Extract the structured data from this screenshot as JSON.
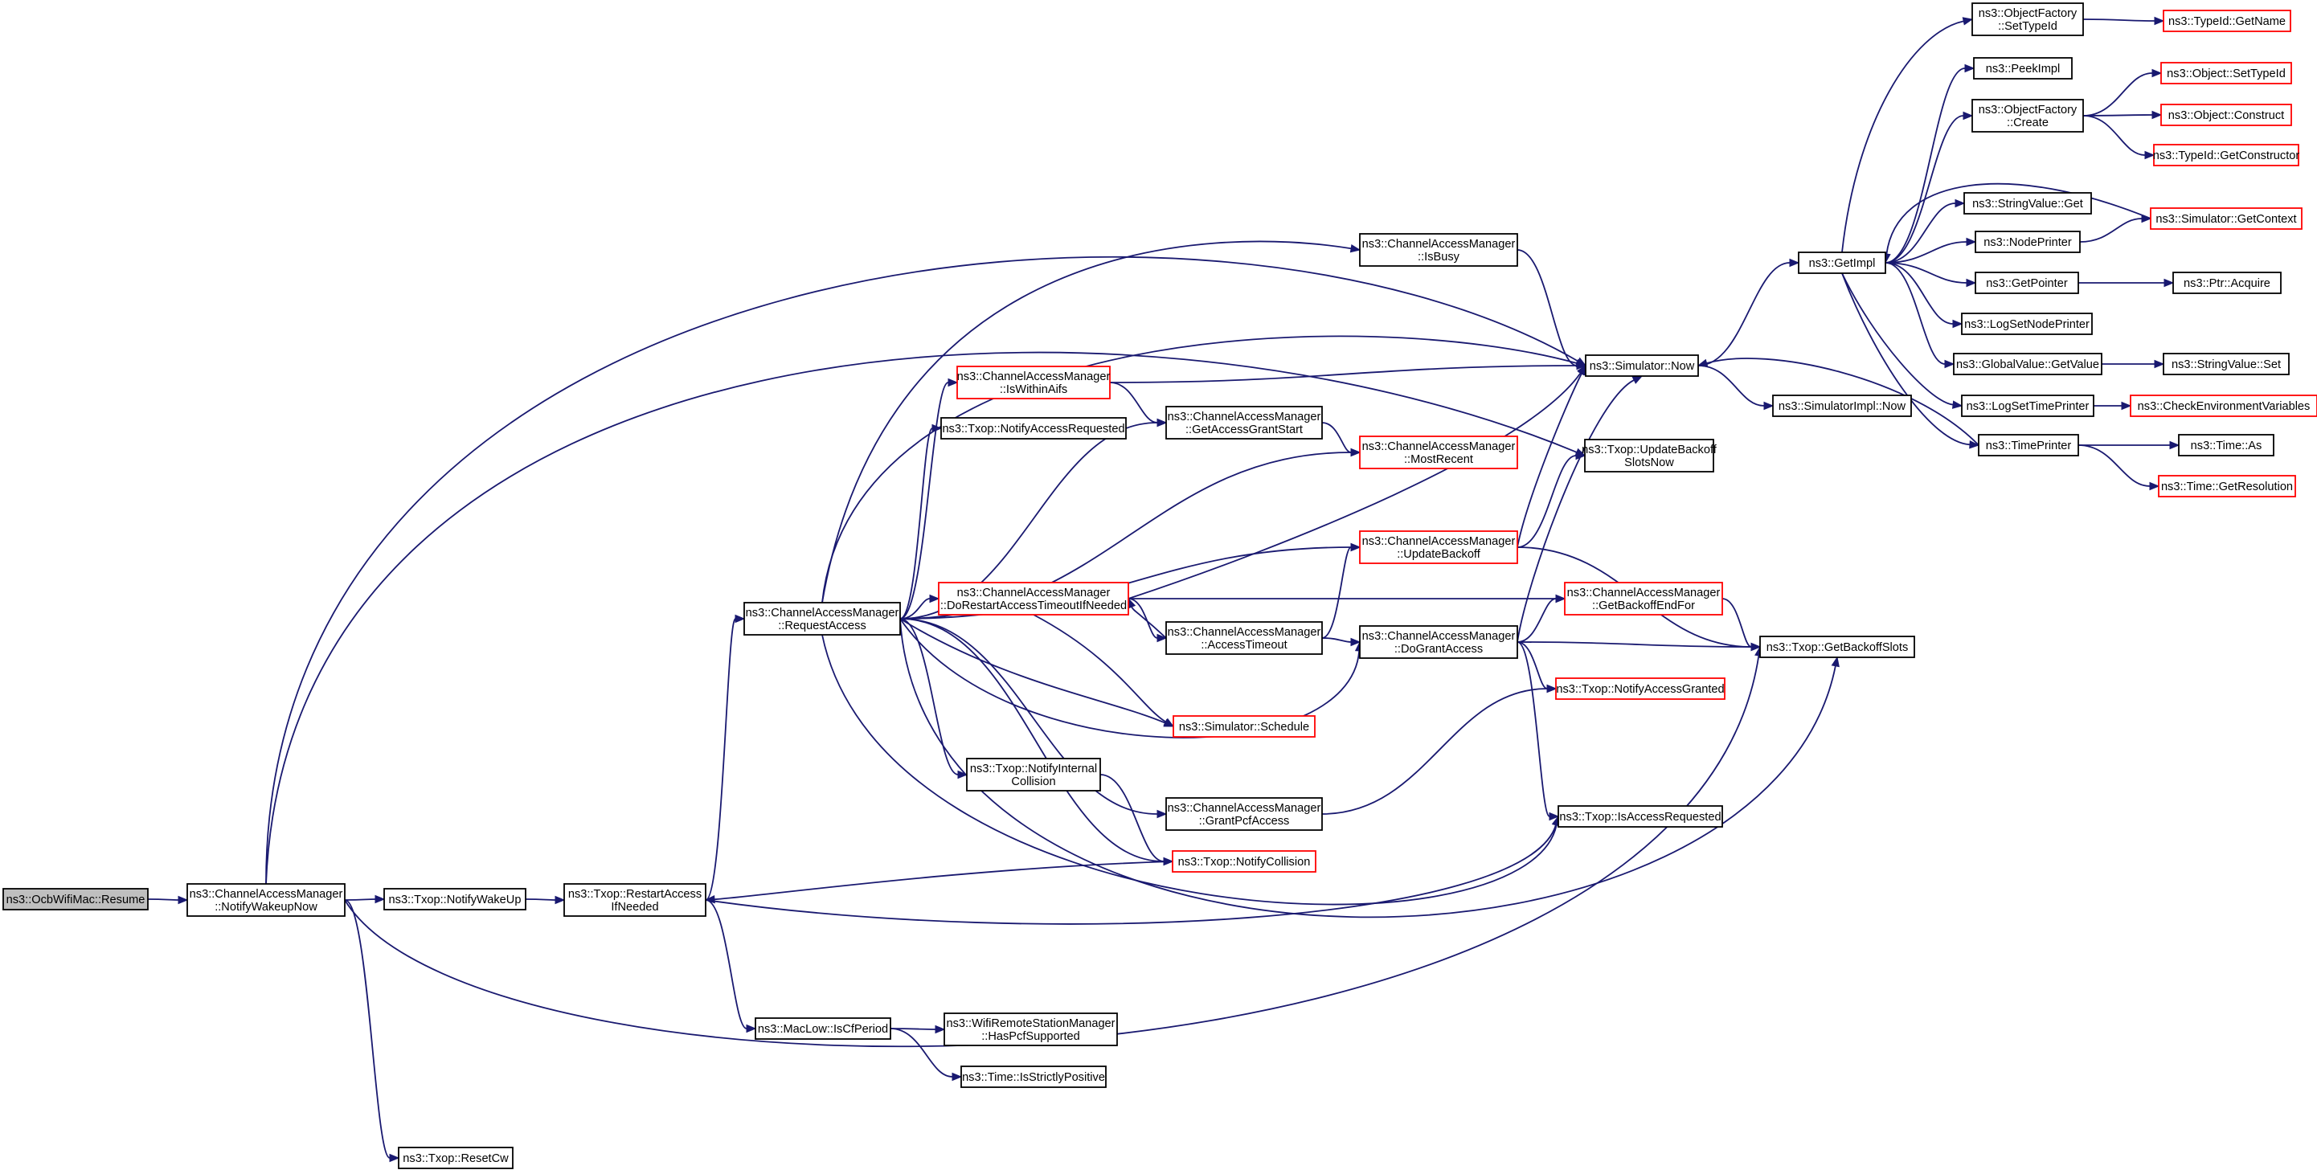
{
  "colors": {
    "edge": "#191970",
    "node_border": "#000000",
    "node_border_truncated": "#ff0000",
    "root_fill": "#bfbfbf",
    "node_fill": "#ffffff"
  },
  "nodes": [
    {
      "id": "resume",
      "lines": [
        "ns3::OcbWifiMac::Resume"
      ],
      "style": "root"
    },
    {
      "id": "notifyWakeupNow",
      "lines": [
        "ns3::ChannelAccessManager",
        "::NotifyWakeupNow"
      ],
      "style": "normal"
    },
    {
      "id": "txopNotifyWakeUp",
      "lines": [
        "ns3::Txop::NotifyWakeUp"
      ],
      "style": "normal"
    },
    {
      "id": "restartAccess",
      "lines": [
        "ns3::Txop::RestartAccess",
        "IfNeeded"
      ],
      "style": "normal"
    },
    {
      "id": "requestAccess",
      "lines": [
        "ns3::ChannelAccessManager",
        "::RequestAccess"
      ],
      "style": "normal"
    },
    {
      "id": "resetCw",
      "lines": [
        "ns3::Txop::ResetCw"
      ],
      "style": "normal"
    },
    {
      "id": "isCfPeriod",
      "lines": [
        "ns3::MacLow::IsCfPeriod"
      ],
      "style": "normal"
    },
    {
      "id": "hasPcf",
      "lines": [
        "ns3::WifiRemoteStationManager",
        "::HasPcfSupported"
      ],
      "style": "normal"
    },
    {
      "id": "isStrictlyPositive",
      "lines": [
        "ns3::Time::IsStrictlyPositive"
      ],
      "style": "normal"
    },
    {
      "id": "isWithinAifs",
      "lines": [
        "ns3::ChannelAccessManager",
        "::IsWithinAifs"
      ],
      "style": "truncated"
    },
    {
      "id": "notifyAccessRequested",
      "lines": [
        "ns3::Txop::NotifyAccessRequested"
      ],
      "style": "normal"
    },
    {
      "id": "doRestart",
      "lines": [
        "ns3::ChannelAccessManager",
        "::DoRestartAccessTimeoutIfNeeded"
      ],
      "style": "truncated"
    },
    {
      "id": "notifyInternalCollision",
      "lines": [
        "ns3::Txop::NotifyInternal",
        "Collision"
      ],
      "style": "normal"
    },
    {
      "id": "isBusy",
      "lines": [
        "ns3::ChannelAccessManager",
        "::IsBusy"
      ],
      "style": "normal"
    },
    {
      "id": "getAccessGrantStart",
      "lines": [
        "ns3::ChannelAccessManager",
        "::GetAccessGrantStart"
      ],
      "style": "normal"
    },
    {
      "id": "accessTimeout",
      "lines": [
        "ns3::ChannelAccessManager",
        "::AccessTimeout"
      ],
      "style": "normal"
    },
    {
      "id": "schedule",
      "lines": [
        "ns3::Simulator::Schedule"
      ],
      "style": "truncated"
    },
    {
      "id": "grantPcfAccess",
      "lines": [
        "ns3::ChannelAccessManager",
        "::GrantPcfAccess"
      ],
      "style": "normal"
    },
    {
      "id": "notifyCollision",
      "lines": [
        "ns3::Txop::NotifyCollision"
      ],
      "style": "truncated"
    },
    {
      "id": "mostRecent",
      "lines": [
        "ns3::ChannelAccessManager",
        "::MostRecent"
      ],
      "style": "truncated"
    },
    {
      "id": "updateBackoff",
      "lines": [
        "ns3::ChannelAccessManager",
        "::UpdateBackoff"
      ],
      "style": "truncated"
    },
    {
      "id": "doGrantAccess",
      "lines": [
        "ns3::ChannelAccessManager",
        "::DoGrantAccess"
      ],
      "style": "normal"
    },
    {
      "id": "now",
      "lines": [
        "ns3::Simulator::Now"
      ],
      "style": "normal"
    },
    {
      "id": "updateBackoffSlots",
      "lines": [
        "ns3::Txop::UpdateBackoff",
        "SlotsNow"
      ],
      "style": "normal"
    },
    {
      "id": "getBackoffEndFor",
      "lines": [
        "ns3::ChannelAccessManager",
        "::GetBackoffEndFor"
      ],
      "style": "truncated"
    },
    {
      "id": "notifyAccessGranted",
      "lines": [
        "ns3::Txop::NotifyAccessGranted"
      ],
      "style": "truncated"
    },
    {
      "id": "isAccessRequested",
      "lines": [
        "ns3::Txop::IsAccessRequested"
      ],
      "style": "normal"
    },
    {
      "id": "simImplNow",
      "lines": [
        "ns3::SimulatorImpl::Now"
      ],
      "style": "normal"
    },
    {
      "id": "getBackoffSlots",
      "lines": [
        "ns3::Txop::GetBackoffSlots"
      ],
      "style": "normal"
    },
    {
      "id": "getImpl",
      "lines": [
        "ns3::GetImpl"
      ],
      "style": "normal"
    },
    {
      "id": "ofSetTypeId",
      "lines": [
        "ns3::ObjectFactory",
        "::SetTypeId"
      ],
      "style": "normal"
    },
    {
      "id": "peekImpl",
      "lines": [
        "ns3::PeekImpl"
      ],
      "style": "normal"
    },
    {
      "id": "ofCreate",
      "lines": [
        "ns3::ObjectFactory",
        "::Create"
      ],
      "style": "normal"
    },
    {
      "id": "stringValueGet",
      "lines": [
        "ns3::StringValue::Get"
      ],
      "style": "normal"
    },
    {
      "id": "nodePrinter",
      "lines": [
        "ns3::NodePrinter"
      ],
      "style": "normal"
    },
    {
      "id": "getPointer",
      "lines": [
        "ns3::GetPointer"
      ],
      "style": "normal"
    },
    {
      "id": "logSetNodePrinter",
      "lines": [
        "ns3::LogSetNodePrinter"
      ],
      "style": "normal"
    },
    {
      "id": "globalValueGetValue",
      "lines": [
        "ns3::GlobalValue::GetValue"
      ],
      "style": "normal"
    },
    {
      "id": "logSetTimePrinter",
      "lines": [
        "ns3::LogSetTimePrinter"
      ],
      "style": "normal"
    },
    {
      "id": "timePrinter",
      "lines": [
        "ns3::TimePrinter"
      ],
      "style": "normal"
    },
    {
      "id": "typeIdGetName",
      "lines": [
        "ns3::TypeId::GetName"
      ],
      "style": "truncated"
    },
    {
      "id": "objectSetTypeId",
      "lines": [
        "ns3::Object::SetTypeId"
      ],
      "style": "truncated"
    },
    {
      "id": "objectConstruct",
      "lines": [
        "ns3::Object::Construct"
      ],
      "style": "truncated"
    },
    {
      "id": "typeIdGetConstructor",
      "lines": [
        "ns3::TypeId::GetConstructor"
      ],
      "style": "truncated"
    },
    {
      "id": "simGetContext",
      "lines": [
        "ns3::Simulator::GetContext"
      ],
      "style": "truncated"
    },
    {
      "id": "ptrAcquire",
      "lines": [
        "ns3::Ptr::Acquire"
      ],
      "style": "normal"
    },
    {
      "id": "stringValueSet",
      "lines": [
        "ns3::StringValue::Set"
      ],
      "style": "normal"
    },
    {
      "id": "checkEnv",
      "lines": [
        "ns3::CheckEnvironmentVariables"
      ],
      "style": "truncated"
    },
    {
      "id": "timeAs",
      "lines": [
        "ns3::Time::As"
      ],
      "style": "normal"
    },
    {
      "id": "timeGetResolution",
      "lines": [
        "ns3::Time::GetResolution"
      ],
      "style": "truncated"
    }
  ],
  "edges": [
    [
      "resume",
      "notifyWakeupNow"
    ],
    [
      "notifyWakeupNow",
      "txopNotifyWakeUp"
    ],
    [
      "notifyWakeupNow",
      "now"
    ],
    [
      "notifyWakeupNow",
      "updateBackoffSlots"
    ],
    [
      "notifyWakeupNow",
      "getBackoffSlots"
    ],
    [
      "notifyWakeupNow",
      "resetCw"
    ],
    [
      "txopNotifyWakeUp",
      "restartAccess"
    ],
    [
      "restartAccess",
      "requestAccess"
    ],
    [
      "restartAccess",
      "isCfPeriod"
    ],
    [
      "restartAccess",
      "isAccessRequested"
    ],
    [
      "requestAccess",
      "isBusy"
    ],
    [
      "requestAccess",
      "now"
    ],
    [
      "requestAccess",
      "isWithinAifs"
    ],
    [
      "requestAccess",
      "notifyAccessRequested"
    ],
    [
      "requestAccess",
      "getAccessGrantStart"
    ],
    [
      "requestAccess",
      "mostRecent"
    ],
    [
      "requestAccess",
      "updateBackoff"
    ],
    [
      "requestAccess",
      "doRestart"
    ],
    [
      "requestAccess",
      "schedule"
    ],
    [
      "requestAccess",
      "doGrantAccess"
    ],
    [
      "requestAccess",
      "notifyInternalCollision"
    ],
    [
      "requestAccess",
      "grantPcfAccess"
    ],
    [
      "requestAccess",
      "notifyCollision"
    ],
    [
      "requestAccess",
      "isAccessRequested"
    ],
    [
      "requestAccess",
      "getBackoffSlots"
    ],
    [
      "isCfPeriod",
      "hasPcf"
    ],
    [
      "isCfPeriod",
      "isStrictlyPositive"
    ],
    [
      "isWithinAifs",
      "now"
    ],
    [
      "isWithinAifs",
      "getAccessGrantStart"
    ],
    [
      "doRestart",
      "now"
    ],
    [
      "doRestart",
      "getBackoffEndFor"
    ],
    [
      "doRestart",
      "schedule"
    ],
    [
      "doRestart",
      "accessTimeout"
    ],
    [
      "accessTimeout",
      "doRestart"
    ],
    [
      "accessTimeout",
      "updateBackoff"
    ],
    [
      "accessTimeout",
      "doGrantAccess"
    ],
    [
      "notifyInternalCollision",
      "notifyCollision"
    ],
    [
      "notifyCollision",
      "restartAccess"
    ],
    [
      "grantPcfAccess",
      "notifyAccessGranted"
    ],
    [
      "isBusy",
      "now"
    ],
    [
      "getAccessGrantStart",
      "mostRecent"
    ],
    [
      "updateBackoff",
      "now"
    ],
    [
      "updateBackoff",
      "updateBackoffSlots"
    ],
    [
      "updateBackoff",
      "getBackoffSlots"
    ],
    [
      "doGrantAccess",
      "now"
    ],
    [
      "doGrantAccess",
      "getBackoffEndFor"
    ],
    [
      "doGrantAccess",
      "getBackoffSlots"
    ],
    [
      "doGrantAccess",
      "notifyAccessGranted"
    ],
    [
      "doGrantAccess",
      "isAccessRequested"
    ],
    [
      "getBackoffEndFor",
      "getBackoffSlots"
    ],
    [
      "now",
      "getImpl"
    ],
    [
      "now",
      "simImplNow"
    ],
    [
      "getImpl",
      "ofSetTypeId"
    ],
    [
      "getImpl",
      "peekImpl"
    ],
    [
      "getImpl",
      "ofCreate"
    ],
    [
      "getImpl",
      "stringValueGet"
    ],
    [
      "getImpl",
      "nodePrinter"
    ],
    [
      "getImpl",
      "getPointer"
    ],
    [
      "getImpl",
      "logSetNodePrinter"
    ],
    [
      "getImpl",
      "globalValueGetValue"
    ],
    [
      "getImpl",
      "logSetTimePrinter"
    ],
    [
      "getImpl",
      "timePrinter"
    ],
    [
      "ofSetTypeId",
      "typeIdGetName"
    ],
    [
      "ofCreate",
      "objectSetTypeId"
    ],
    [
      "ofCreate",
      "objectConstruct"
    ],
    [
      "ofCreate",
      "typeIdGetConstructor"
    ],
    [
      "nodePrinter",
      "simGetContext"
    ],
    [
      "simGetContext",
      "getImpl"
    ],
    [
      "getPointer",
      "ptrAcquire"
    ],
    [
      "globalValueGetValue",
      "stringValueSet"
    ],
    [
      "logSetTimePrinter",
      "checkEnv"
    ],
    [
      "timePrinter",
      "now"
    ],
    [
      "timePrinter",
      "timeAs"
    ],
    [
      "timePrinter",
      "timeGetResolution"
    ]
  ]
}
